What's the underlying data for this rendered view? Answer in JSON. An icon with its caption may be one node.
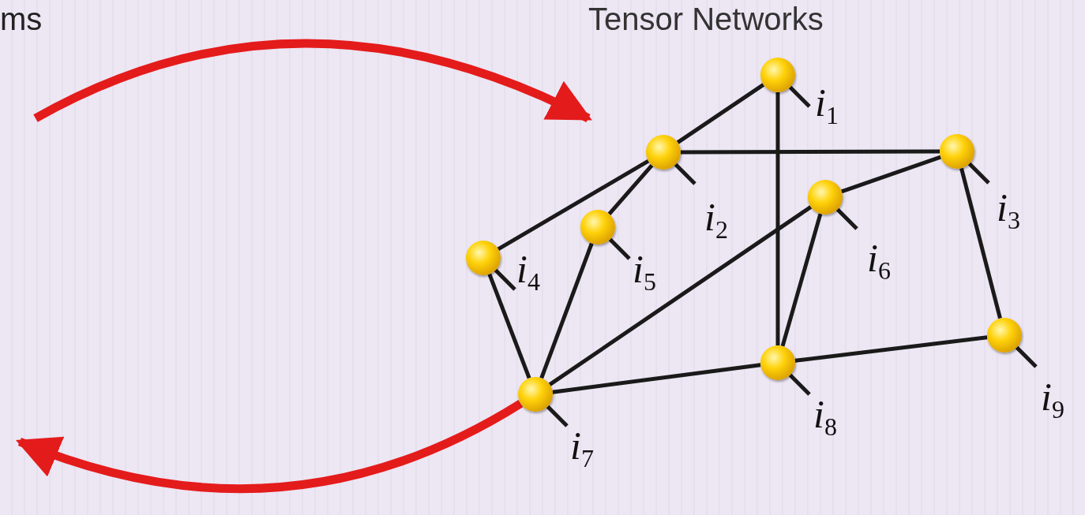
{
  "diagram": {
    "title": "Tensor Networks",
    "nodes": [
      {
        "text": [],
        "shape": "circle",
        "beside": [
          "*i*$_{1}$"
        ]
      },
      {
        "text": [],
        "shape": "circle",
        "beside": [
          "*i*$_{2}$"
        ]
      },
      {
        "text": [],
        "shape": "circle",
        "beside": [
          "*i*$_{3}$"
        ]
      },
      {
        "text": [],
        "shape": "circle",
        "beside": [
          "*i*$_{4}$"
        ]
      },
      {
        "text": [],
        "shape": "circle",
        "beside": [
          "*i*$_{5}$"
        ]
      },
      {
        "text": [],
        "shape": "circle",
        "beside": [
          "*i*$_{6}$"
        ]
      },
      {
        "text": [],
        "shape": "circle",
        "beside": [
          "*i*$_{7}$"
        ]
      },
      {
        "text": [],
        "shape": "circle",
        "beside": [
          "*i*$_{8}$"
        ]
      },
      {
        "text": [],
        "shape": "circle",
        "beside": [
          "*i*$_{9}$"
        ]
      }
    ],
    "edges": [
      {
        "from": 0,
        "to": 1,
        "arrow": "none"
      },
      {
        "from": 0,
        "to": 7,
        "arrow": "none"
      },
      {
        "from": 1,
        "to": 2,
        "arrow": "none"
      },
      {
        "from": 1,
        "to": 3,
        "arrow": "none"
      },
      {
        "from": 1,
        "to": 4,
        "arrow": "none"
      },
      {
        "from": 2,
        "to": 5,
        "arrow": "none"
      },
      {
        "from": 2,
        "to": 8,
        "arrow": "none"
      },
      {
        "from": 3,
        "to": 6,
        "arrow": "none"
      },
      {
        "from": 4,
        "to": 6,
        "arrow": "none"
      },
      {
        "from": 5,
        "to": 6,
        "arrow": "none"
      },
      {
        "from": 5,
        "to": 7,
        "arrow": "none"
      },
      {
        "from": 6,
        "to": 7,
        "arrow": "none"
      },
      {
        "from": 7,
        "to": 8,
        "arrow": "none"
      },
      {
        "from": null,
        "to": 1,
        "arrow": "to",
        "style": "thick",
        "color": "#e41b1b"
      },
      {
        "from": 6,
        "to": null,
        "arrow": "to",
        "style": "thick",
        "color": "#e41b1b"
      }
    ],
    "labels": [
      "ms"
    ]
  }
}
